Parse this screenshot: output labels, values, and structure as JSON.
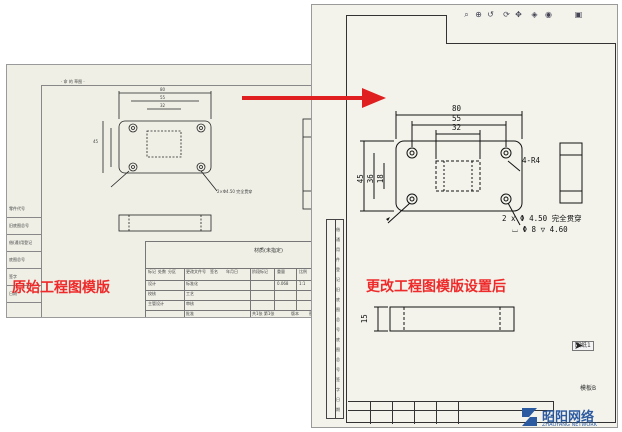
{
  "left_sheet": {
    "top_label": "· 命 的 草图 ·",
    "row_labels": [
      "零件代号",
      "旧底图总号",
      "借(通)用登记",
      "底图总号",
      "签字",
      "日期"
    ],
    "dims_top": [
      "80",
      "55",
      "32"
    ],
    "dim_side": "45",
    "hole_note": "2×Φ4.50 完全贯穿",
    "caption": "原始工程图模版",
    "titleblock": {
      "row1": [
        "材质(未指定)"
      ],
      "row2": [
        "标记",
        "处数",
        "分区",
        "更改文件号",
        "签名",
        "年月日",
        "阶段标记",
        "重量",
        "比例"
      ],
      "row3": [
        "设计",
        "",
        "标准化",
        "",
        "",
        "0.068",
        "1:1"
      ],
      "row4": [
        "校核",
        "",
        "工艺"
      ],
      "row5": [
        "主管设计",
        "",
        "审核"
      ],
      "row6": [
        "",
        "",
        "批准",
        "",
        "共1张 第1张",
        "版本",
        "替代"
      ]
    }
  },
  "right_sheet": {
    "dims_top": [
      "80",
      "55",
      "32"
    ],
    "dims_side": [
      "45",
      "36",
      "18"
    ],
    "hole_label_top": "4-R4",
    "hole_note_line1": "2 x Φ 4.50 完全贯穿",
    "hole_note_line2": "⌴ Φ 8 ▽ 4.60",
    "dim_bottom": "15",
    "caption": "更改工程图模版设置后",
    "side_labels": [
      "借",
      "通",
      "用",
      "件",
      "登",
      "记",
      "旧",
      "底",
      "图",
      "总",
      "号",
      "底",
      "图",
      "总",
      "号",
      "签",
      "字",
      "日",
      "期"
    ],
    "sheet_label": "图纸1",
    "model_label": "模板B"
  },
  "logo": {
    "name": "昭阳网络",
    "sub": "ZHAOYANG NETWORK",
    "brand_color": "#2c5aa0"
  },
  "arrow_color": "#e02020",
  "caption_color": "#ee2a2a"
}
